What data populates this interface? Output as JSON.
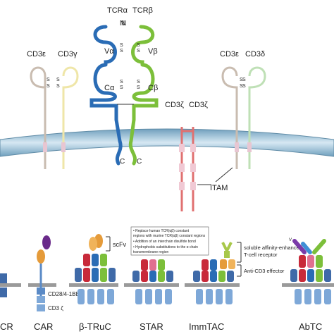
{
  "top": {
    "tcr_alpha": "TCRα",
    "tcr_beta": "TCRβ",
    "n_left": "N",
    "n_right": "N",
    "v_alpha": "Vα",
    "v_beta": "Vβ",
    "c_alpha": "Cα",
    "c_beta": "Cβ",
    "c_left": "C",
    "c_right": "C",
    "cd3_epsilon_left": "CD3ε",
    "cd3_gamma": "CD3γ",
    "cd3_epsilon_right": "CD3ε",
    "cd3_delta": "CD3δ",
    "cd3_zeta_1": "CD3ζ",
    "cd3_zeta_2": "CD3ζ",
    "itam": "ITAM",
    "disulfide": "S"
  },
  "bottom": {
    "tcr_label": "CR",
    "car_label": "CAR",
    "btruc_label": "β-TRuC",
    "star_label": "STAR",
    "immtac_label": "ImmTAC",
    "abtc_label": "AbTC",
    "scfv": "scFv",
    "costim": "CD28/4-1BB",
    "cd3z": "CD3 ζ",
    "notes": [
      "• Replace human TCR(αβ) constant",
      "regions with murine TCR(αβ) constant regions",
      "• Addition of an interchain disulfide bond",
      "• Hydrophobic substitutions to the α chain",
      "transmembrane region"
    ],
    "immtac_desc_1": "soluble affinity-enhanced",
    "immtac_desc_2": "T-cell receptor",
    "immtac_desc_3": "Anti-CD3 effector",
    "v_marker": "V"
  },
  "colors": {
    "alpha_chain": "#2a6cb5",
    "beta_chain": "#7cbf3a",
    "cd3_epsilon": "#c9bcb0",
    "cd3_gamma": "#efe6a8",
    "cd3_delta": "#bfe0b6",
    "cd3_zeta": "#e07070",
    "membrane": "#8fb7cf"
  }
}
